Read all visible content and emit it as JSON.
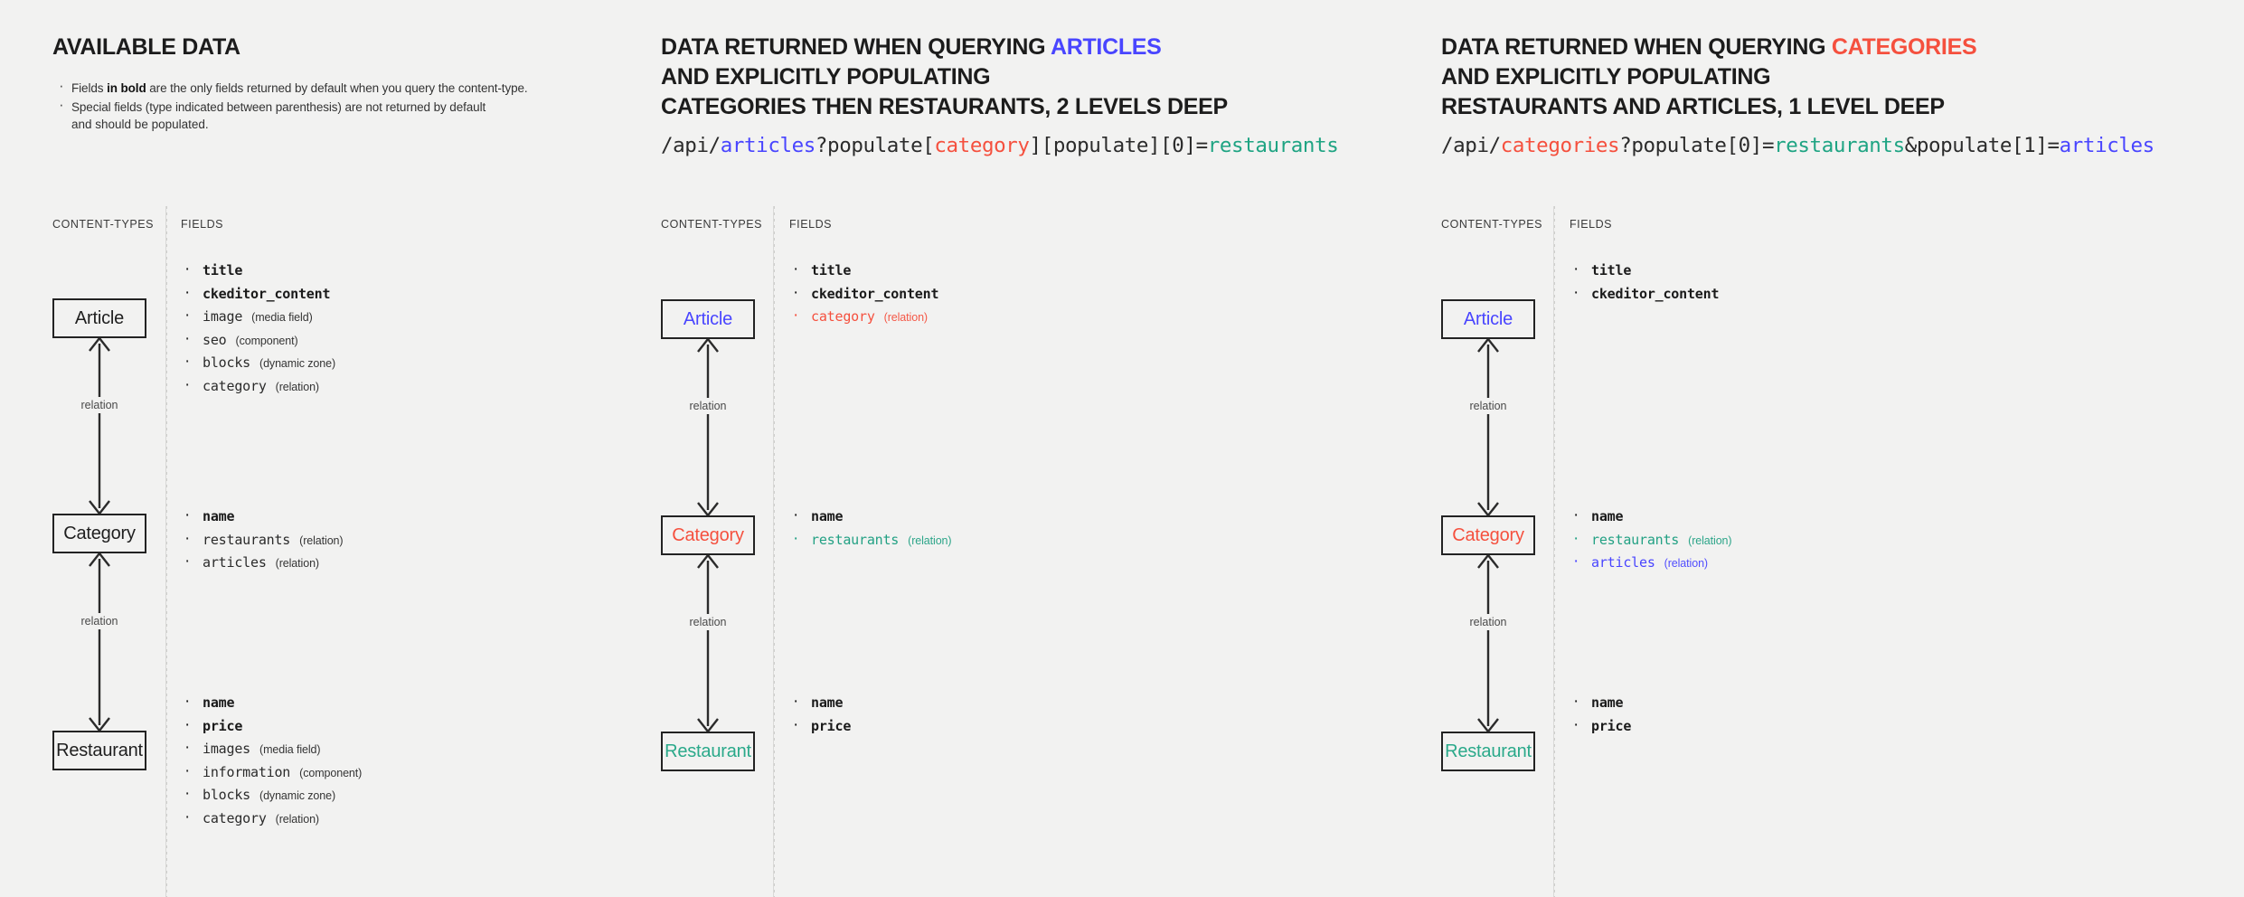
{
  "panels": [
    {
      "id": "available-data",
      "title_parts": [
        {
          "text": "AVAILABLE DATA",
          "color": "default"
        }
      ],
      "legend": {
        "item1_prefix": "Fields ",
        "item1_bold": "in bold",
        "item1_suffix": " are the only fields returned by default when you query the content-type.",
        "item2_line1": "Special fields (type indicated between parenthesis) are not returned by default",
        "item2_line2": "and should be populated."
      },
      "col_labels": {
        "content_types": "CONTENT-TYPES",
        "fields": "FIELDS"
      },
      "relation_label": "relation",
      "entities": [
        {
          "name": "Article",
          "color": "default",
          "fields": [
            {
              "name": "title",
              "type": "",
              "bold": true,
              "color": "default"
            },
            {
              "name": "ckeditor_content",
              "type": "",
              "bold": true,
              "color": "default"
            },
            {
              "name": "image",
              "type": "(media field)",
              "bold": false,
              "color": "dark"
            },
            {
              "name": "seo",
              "type": "(component)",
              "bold": false,
              "color": "dark"
            },
            {
              "name": "blocks",
              "type": "(dynamic zone)",
              "bold": false,
              "color": "dark"
            },
            {
              "name": "category",
              "type": "(relation)",
              "bold": false,
              "color": "dark"
            }
          ]
        },
        {
          "name": "Category",
          "color": "default",
          "fields": [
            {
              "name": "name",
              "type": "",
              "bold": true,
              "color": "default"
            },
            {
              "name": "restaurants",
              "type": "(relation)",
              "bold": false,
              "color": "dark"
            },
            {
              "name": "articles",
              "type": "(relation)",
              "bold": false,
              "color": "dark"
            }
          ]
        },
        {
          "name": "Restaurant",
          "color": "default",
          "fields": [
            {
              "name": "name",
              "type": "",
              "bold": true,
              "color": "default"
            },
            {
              "name": "price",
              "type": "",
              "bold": true,
              "color": "default"
            },
            {
              "name": "images",
              "type": "(media field)",
              "bold": false,
              "color": "dark"
            },
            {
              "name": "information",
              "type": "(component)",
              "bold": false,
              "color": "dark"
            },
            {
              "name": "blocks",
              "type": "(dynamic zone)",
              "bold": false,
              "color": "dark"
            },
            {
              "name": "category",
              "type": "(relation)",
              "bold": false,
              "color": "dark"
            }
          ]
        }
      ]
    },
    {
      "id": "query-articles",
      "title_parts": [
        {
          "text": "DATA RETURNED WHEN QUERYING ",
          "color": "default"
        },
        {
          "text": "ARTICLES",
          "color": "blue"
        },
        {
          "text": "\nAND EXPLICITLY POPULATING\nCATEGORIES THEN RESTAURANTS, 2 LEVELS DEEP",
          "color": "default"
        }
      ],
      "api_url": [
        {
          "text": "/api/",
          "color": "default"
        },
        {
          "text": "articles",
          "color": "blue"
        },
        {
          "text": "?populate[",
          "color": "default"
        },
        {
          "text": "category",
          "color": "red"
        },
        {
          "text": "][populate][0]=",
          "color": "default"
        },
        {
          "text": "restaurants",
          "color": "green"
        }
      ],
      "col_labels": {
        "content_types": "CONTENT-TYPES",
        "fields": "FIELDS"
      },
      "relation_label": "relation",
      "entities": [
        {
          "name": "Article",
          "color": "blue",
          "fields": [
            {
              "name": "title",
              "type": "",
              "bold": true,
              "color": "default"
            },
            {
              "name": "ckeditor_content",
              "type": "",
              "bold": true,
              "color": "default"
            },
            {
              "name": "category",
              "type": "(relation)",
              "bold": false,
              "color": "red"
            }
          ]
        },
        {
          "name": "Category",
          "color": "red",
          "fields": [
            {
              "name": "name",
              "type": "",
              "bold": true,
              "color": "default"
            },
            {
              "name": "restaurants",
              "type": "(relation)",
              "bold": false,
              "color": "green"
            }
          ]
        },
        {
          "name": "Restaurant",
          "color": "green",
          "fields": [
            {
              "name": "name",
              "type": "",
              "bold": true,
              "color": "default"
            },
            {
              "name": "price",
              "type": "",
              "bold": true,
              "color": "default"
            }
          ]
        }
      ]
    },
    {
      "id": "query-categories",
      "title_parts": [
        {
          "text": "DATA RETURNED WHEN QUERYING ",
          "color": "default"
        },
        {
          "text": "CATEGORIES",
          "color": "red"
        },
        {
          "text": "\nAND EXPLICITLY POPULATING\nRESTAURANTS AND ARTICLES, 1 LEVEL DEEP",
          "color": "default"
        }
      ],
      "api_url": [
        {
          "text": "/api/",
          "color": "default"
        },
        {
          "text": "categories",
          "color": "red"
        },
        {
          "text": "?populate[0]=",
          "color": "default"
        },
        {
          "text": "restaurants",
          "color": "green"
        },
        {
          "text": "&populate[1]=",
          "color": "default"
        },
        {
          "text": "articles",
          "color": "blue"
        }
      ],
      "col_labels": {
        "content_types": "CONTENT-TYPES",
        "fields": "FIELDS"
      },
      "relation_label": "relation",
      "entities": [
        {
          "name": "Article",
          "color": "blue",
          "fields": [
            {
              "name": "title",
              "type": "",
              "bold": true,
              "color": "default"
            },
            {
              "name": "ckeditor_content",
              "type": "",
              "bold": true,
              "color": "default"
            }
          ]
        },
        {
          "name": "Category",
          "color": "red",
          "fields": [
            {
              "name": "name",
              "type": "",
              "bold": true,
              "color": "default"
            },
            {
              "name": "restaurants",
              "type": "(relation)",
              "bold": false,
              "color": "green"
            },
            {
              "name": "articles",
              "type": "(relation)",
              "bold": false,
              "color": "blue"
            }
          ]
        },
        {
          "name": "Restaurant",
          "color": "green",
          "fields": [
            {
              "name": "name",
              "type": "",
              "bold": true,
              "color": "default"
            },
            {
              "name": "price",
              "type": "",
              "bold": true,
              "color": "default"
            }
          ]
        }
      ]
    }
  ],
  "colors": {
    "background": "#f2f2f1",
    "text": "#1f1f1f",
    "blue": "#4945ff",
    "red": "#f5503e",
    "green": "#23a184",
    "box_border": "#232323",
    "divider": "#d9d9d7"
  },
  "layout": {
    "entity_tops": [
      330,
      481,
      633
    ],
    "field_tops": [
      186,
      352,
      477
    ]
  }
}
